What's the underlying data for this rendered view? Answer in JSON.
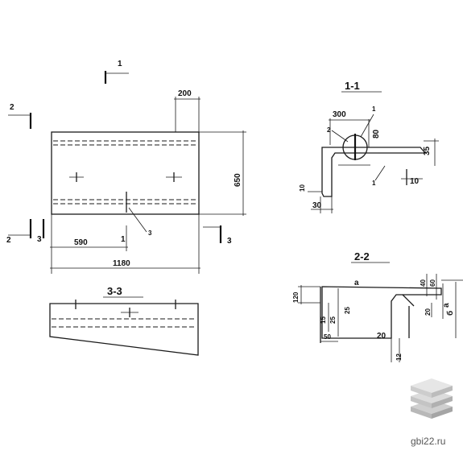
{
  "plan": {
    "dims": {
      "top_offset": "200",
      "height": "650",
      "half_len": "590",
      "length": "1180"
    },
    "marks": {
      "cut1": "1",
      "cut2_left": "2",
      "cut2_low": "2",
      "cut3_left": "3",
      "cut3_right": "3",
      "leader1": "1",
      "leader3": "3"
    }
  },
  "section_3_3": {
    "title": "3-3"
  },
  "section_1_1": {
    "title": "1-1",
    "dims": {
      "width": "300",
      "d80": "80",
      "d35": "35",
      "d10_left": "10",
      "d10_right": "10",
      "d30": "30"
    },
    "marks": {
      "a": "1",
      "b": "2",
      "c": "1"
    }
  },
  "section_2_2": {
    "title": "2-2",
    "dims": {
      "d120": "120",
      "top_a": "a",
      "d40": "40",
      "d60": "60",
      "d20": "20",
      "a": "a",
      "b": "б",
      "d15": "15",
      "d25": "25",
      "d25b": "25",
      "d50": "50",
      "d20b": "20",
      "d12": "12"
    }
  },
  "watermark": {
    "text": "gbi22.ru",
    "icon": "stacked-slabs-icon"
  }
}
